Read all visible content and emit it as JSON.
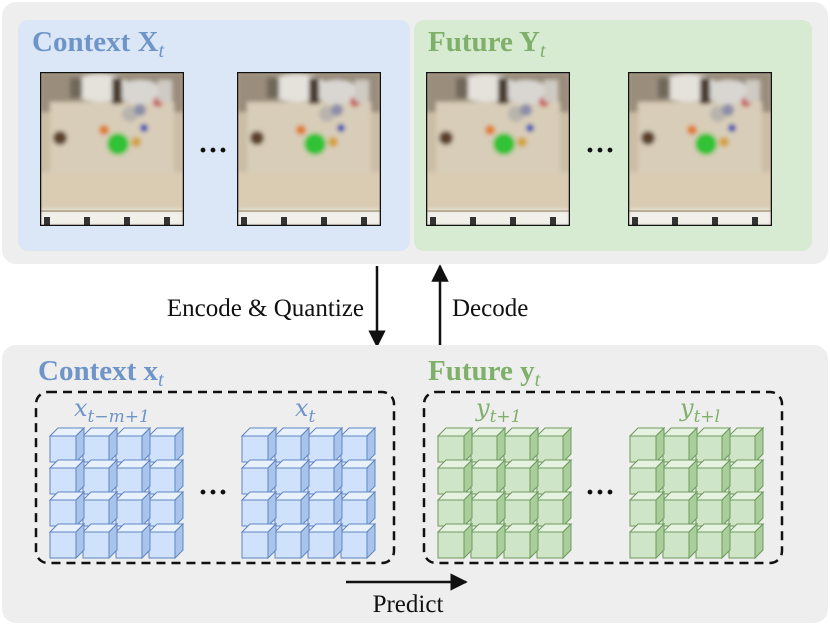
{
  "top_panel": {
    "context_title_main": "Context X",
    "context_title_sub": "t",
    "future_title_main": "Future Y",
    "future_title_sub": "t"
  },
  "bottom_panel": {
    "context_title_main": "Context x",
    "context_title_sub": "t",
    "future_title_main": "Future y",
    "future_title_sub": "t",
    "context_first_label_main": "x",
    "context_first_label_sub": "t−m+1",
    "context_last_label_main": "x",
    "context_last_label_sub": "t",
    "future_first_label_main": "y",
    "future_first_label_sub": "t+1",
    "future_last_label_main": "y",
    "future_last_label_sub": "t+l"
  },
  "arrows": {
    "encode_label": "Encode & Quantize",
    "decode_label": "Decode",
    "predict_label": "Predict"
  },
  "ellipsis": "···",
  "colors": {
    "context_fill": "#dbe6f6",
    "context_text": "#6f95c8",
    "future_fill": "#d7ead2",
    "future_text": "#7fb069",
    "panel_bg": "#eeeeee",
    "cube_blue_front": "#cfe1fb",
    "cube_green_front": "#cfe5c8"
  }
}
